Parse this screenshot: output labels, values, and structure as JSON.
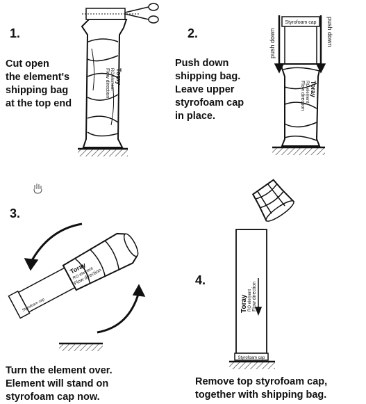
{
  "steps": [
    {
      "number": "1.",
      "text": "Cut open\nthe element's\nshipping bag\nat the top end"
    },
    {
      "number": "2.",
      "text": "Push down\nshipping bag.\nLeave upper\nstyrofoam cap\nin place."
    },
    {
      "number": "3.",
      "text": "Turn the element over.\nElement will stand on\nstyrofoam cap now."
    },
    {
      "number": "4.",
      "text": "Remove top styrofoam cap,\ntogether with shipping bag."
    }
  ],
  "labels": {
    "brand": "Toray",
    "element": "RO element",
    "flow": "Flow direction",
    "cap": "Styrofoam cap",
    "push_down": "push down"
  }
}
